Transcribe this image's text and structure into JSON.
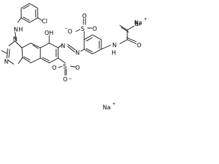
{
  "labels": {
    "na_top": "Na",
    "na_bottom": "Na",
    "plus": "+",
    "minus": "−",
    "n_amine": "N",
    "h_amine": "H",
    "cl": "Cl",
    "n_imid_1": "N",
    "n_imid_2": "N",
    "oh_o": "OH",
    "azo_n_1": "N",
    "azo_n_2": "N",
    "o_sulfo_right_top": "O",
    "s_sulfo_right": "S",
    "o_sulfo_right_up": "O",
    "o_sulfo_right_right": "O",
    "o_sulfo_bottom_left": "O",
    "s_sulfo_bottom": "S",
    "o_sulfo_bottom_right": "O",
    "o_sulfo_bottom_down": "O",
    "br": "Br",
    "o_amide": "O",
    "n_amide": "N",
    "h_amide": "H"
  }
}
